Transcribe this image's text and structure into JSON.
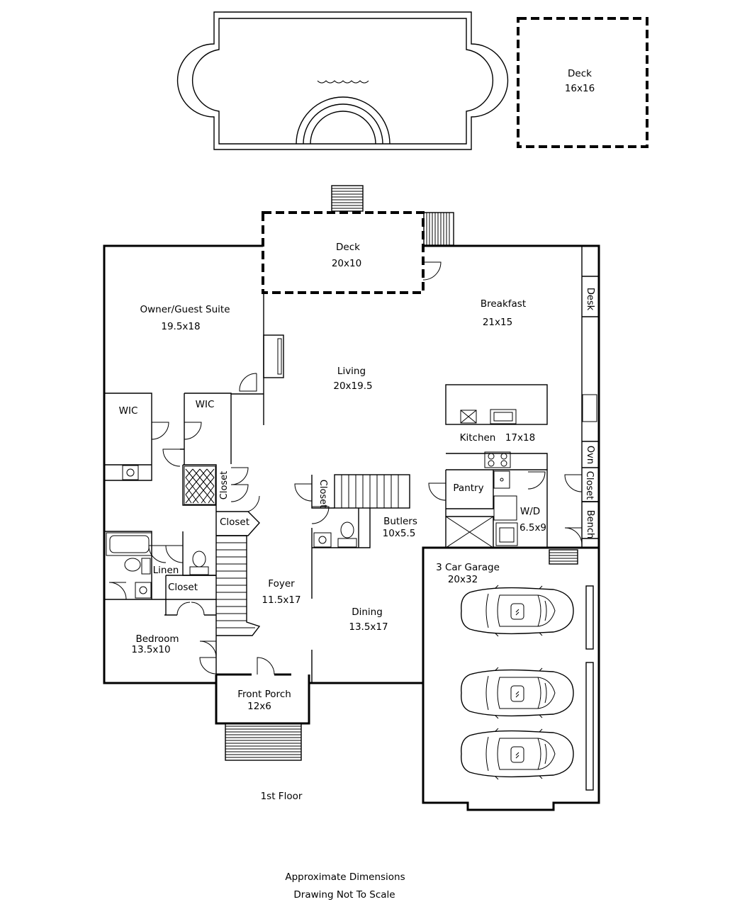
{
  "rooms": {
    "deck_top": {
      "name": "Deck",
      "size": "16x16"
    },
    "deck_main": {
      "name": "Deck",
      "size": "20x10"
    },
    "owner_suite": {
      "name": "Owner/Guest Suite",
      "size": "19.5x18"
    },
    "breakfast": {
      "name": "Breakfast",
      "size": "21x15"
    },
    "living": {
      "name": "Living",
      "size": "20x19.5"
    },
    "wic_left": {
      "name": "WIC"
    },
    "wic_right": {
      "name": "WIC"
    },
    "kitchen": {
      "name": "Kitchen",
      "size": "17x18"
    },
    "closet_hall": {
      "name": "Closet"
    },
    "closet_foyer": {
      "name": "Closet"
    },
    "closet_stair": {
      "name": "Closet"
    },
    "closet_mud": {
      "name": "Closet"
    },
    "closet_bed": {
      "name": "Closet"
    },
    "pantry": {
      "name": "Pantry"
    },
    "wd": {
      "name": "W/D",
      "size": "6.5x9"
    },
    "butlers": {
      "name": "Butlers",
      "size": "10x5.5"
    },
    "linen": {
      "name": "Linen"
    },
    "foyer": {
      "name": "Foyer",
      "size": "11.5x17"
    },
    "dining": {
      "name": "Dining",
      "size": "13.5x17"
    },
    "garage": {
      "name": "3 Car Garage",
      "size": "20x32"
    },
    "bedroom": {
      "name": "Bedroom",
      "size": "13.5x10"
    },
    "front_porch": {
      "name": "Front Porch",
      "size": "12x6"
    },
    "desk": {
      "name": "Desk"
    },
    "oven": {
      "name": "Ovn"
    },
    "bench": {
      "name": "Bench"
    }
  },
  "floor_label": "1st Floor",
  "footer": {
    "line1": "Approximate Dimensions",
    "line2": "Drawing Not To Scale"
  }
}
